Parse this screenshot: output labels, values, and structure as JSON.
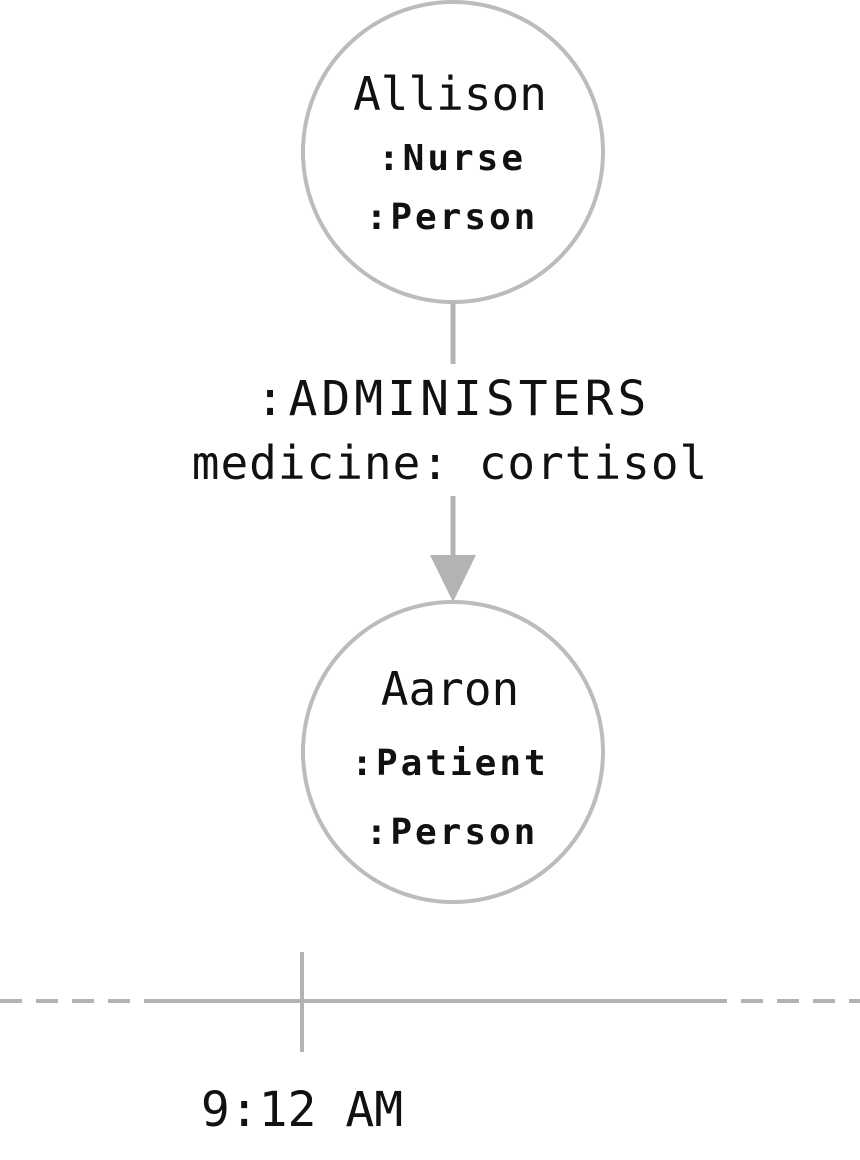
{
  "nodes": {
    "source": {
      "name": "Allison",
      "labels": [
        ":Nurse",
        ":Person"
      ]
    },
    "target": {
      "name": "Aaron",
      "labels": [
        ":Patient",
        ":Person"
      ]
    }
  },
  "relationship": {
    "type": ":ADMINISTERS",
    "property": "medicine: cortisol"
  },
  "timeline": {
    "event_time": "9:12 AM"
  }
}
